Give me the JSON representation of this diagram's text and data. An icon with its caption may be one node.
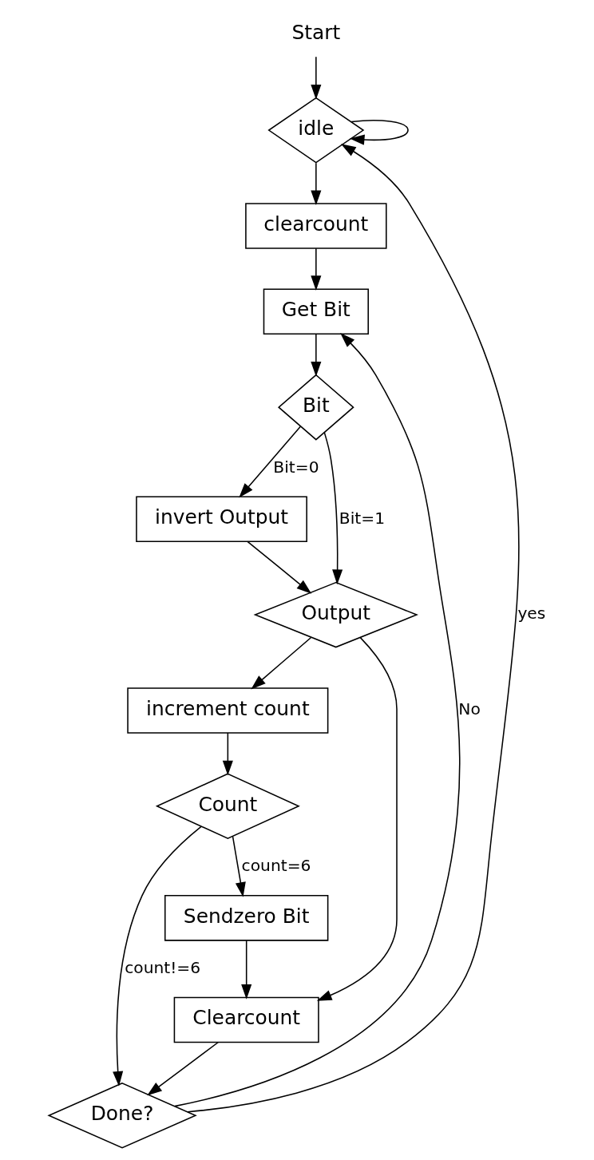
{
  "diagram": {
    "nodes": [
      {
        "text": [
          "Start"
        ]
      },
      {
        "text": [
          "idle"
        ]
      },
      {
        "text": [
          "clearcount"
        ]
      },
      {
        "text": [
          "Get Bit"
        ]
      },
      {
        "text": [
          "Bit"
        ]
      },
      {
        "text": [
          "invert Output"
        ]
      },
      {
        "text": [
          "Output"
        ]
      },
      {
        "text": [
          "increment count"
        ]
      },
      {
        "text": [
          "Count"
        ]
      },
      {
        "text": [
          "Sendzero Bit"
        ]
      },
      {
        "text": [
          "Clearcount"
        ]
      },
      {
        "text": [
          "Done?"
        ]
      }
    ],
    "edges": [
      {
        "from": 0,
        "to": 1,
        "arrow": "to"
      },
      {
        "from": 1,
        "to": 1,
        "arrow": "to"
      },
      {
        "from": 1,
        "to": 2,
        "arrow": "to"
      },
      {
        "from": 2,
        "to": 3,
        "arrow": "to"
      },
      {
        "from": 3,
        "to": 4,
        "arrow": "to"
      },
      {
        "from": 4,
        "to": 5,
        "arrow": "to",
        "label": "Bit=0"
      },
      {
        "from": 4,
        "to": 6,
        "arrow": "to",
        "label": "Bit=1"
      },
      {
        "from": 5,
        "to": 6,
        "arrow": "to"
      },
      {
        "from": 6,
        "to": 7,
        "arrow": "to"
      },
      {
        "from": 6,
        "to": 10,
        "arrow": "to"
      },
      {
        "from": 7,
        "to": 8,
        "arrow": "to"
      },
      {
        "from": 8,
        "to": 9,
        "arrow": "to",
        "label": "count=6"
      },
      {
        "from": 8,
        "to": 11,
        "arrow": "to",
        "label": "count!=6"
      },
      {
        "from": 9,
        "to": 10,
        "arrow": "to"
      },
      {
        "from": 10,
        "to": 11,
        "arrow": "to"
      },
      {
        "from": 11,
        "to": 3,
        "arrow": "to",
        "label": "No"
      },
      {
        "from": 11,
        "to": 1,
        "arrow": "to",
        "label": "yes"
      }
    ]
  }
}
